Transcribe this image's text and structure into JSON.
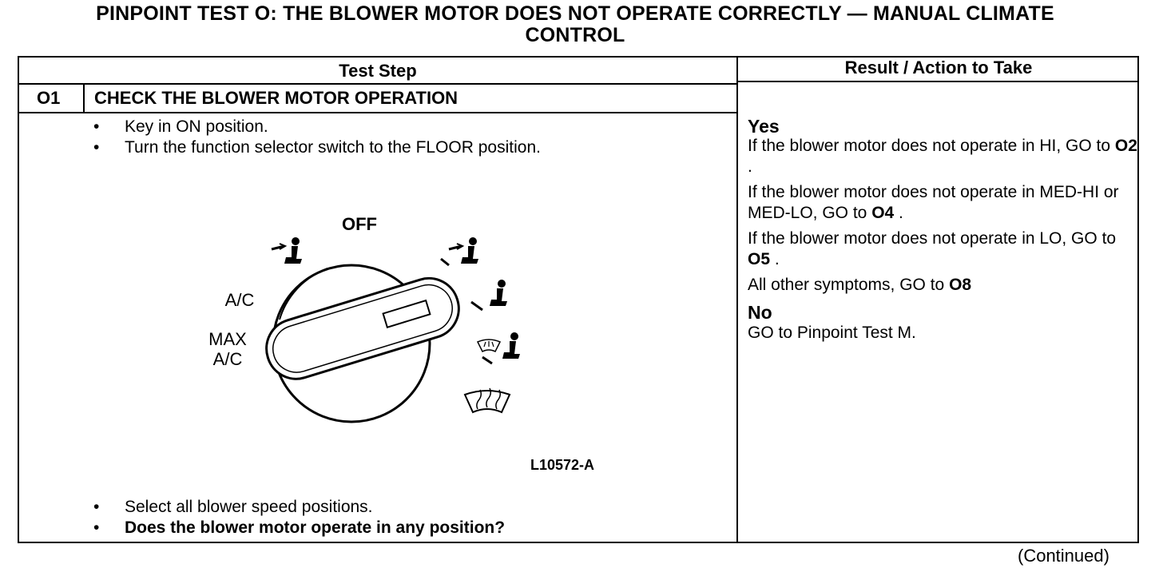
{
  "title": {
    "line1": "PINPOINT TEST O: THE BLOWER MOTOR DOES NOT OPERATE CORRECTLY — MANUAL CLIMATE",
    "line2": "CONTROL"
  },
  "table": {
    "col_test_step": "Test Step",
    "col_result": "Result / Action to Take",
    "step_id": "O1",
    "step_title": "CHECK THE BLOWER MOTOR OPERATION",
    "bullets_top": [
      "Key in ON position.",
      "Turn the function selector switch to the FLOOR position."
    ],
    "bullets_bottom": [
      "Select all blower speed positions.",
      "Does the blower motor operate in any position?"
    ]
  },
  "figure": {
    "label_off": "OFF",
    "label_ac": "A/C",
    "label_max_1": "MAX",
    "label_max_2": "A/C",
    "figure_id": "L10572-A",
    "icons": [
      "panel-vent-icon",
      "panel-floor-icon",
      "floor-icon",
      "floor-defrost-icon",
      "defrost-icon"
    ]
  },
  "result": {
    "yes_label": "Yes",
    "item1_text": "If the blower motor does not operate in HI, GO to ",
    "item1_ref": "O2",
    "item2_text": "If the blower motor does not operate in MED-HI or MED-LO, GO to ",
    "item2_ref": "O4",
    "item3_text": "If the blower motor does not operate in LO, GO to ",
    "item3_ref": "O5",
    "item4_text": "All other symptoms, GO to ",
    "item4_ref": "O8",
    "no_label": "No",
    "no_text": "GO to Pinpoint Test M."
  },
  "footer": {
    "continued": "(Continued)"
  }
}
